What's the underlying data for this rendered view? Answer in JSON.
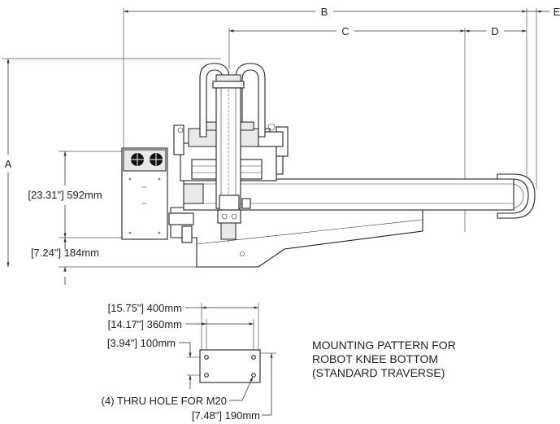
{
  "dimensions": {
    "b": "B",
    "c": "C",
    "d": "D",
    "e": "E",
    "a": "A",
    "height_592": "[23.31\"] 592mm",
    "height_184": "[7.24\"] 184mm"
  },
  "mounting": {
    "w400": "[15.75\"] 400mm",
    "w360": "[14.17\"] 360mm",
    "w100": "[3.94\"] 100mm",
    "holes": "(4) THRU HOLE FOR M20",
    "h190": "[7.48\"] 190mm",
    "title_line1": "MOUNTING PATTERN FOR",
    "title_line2": "ROBOT KNEE BOTTOM",
    "title_line3": "(STANDARD TRAVERSE)"
  }
}
